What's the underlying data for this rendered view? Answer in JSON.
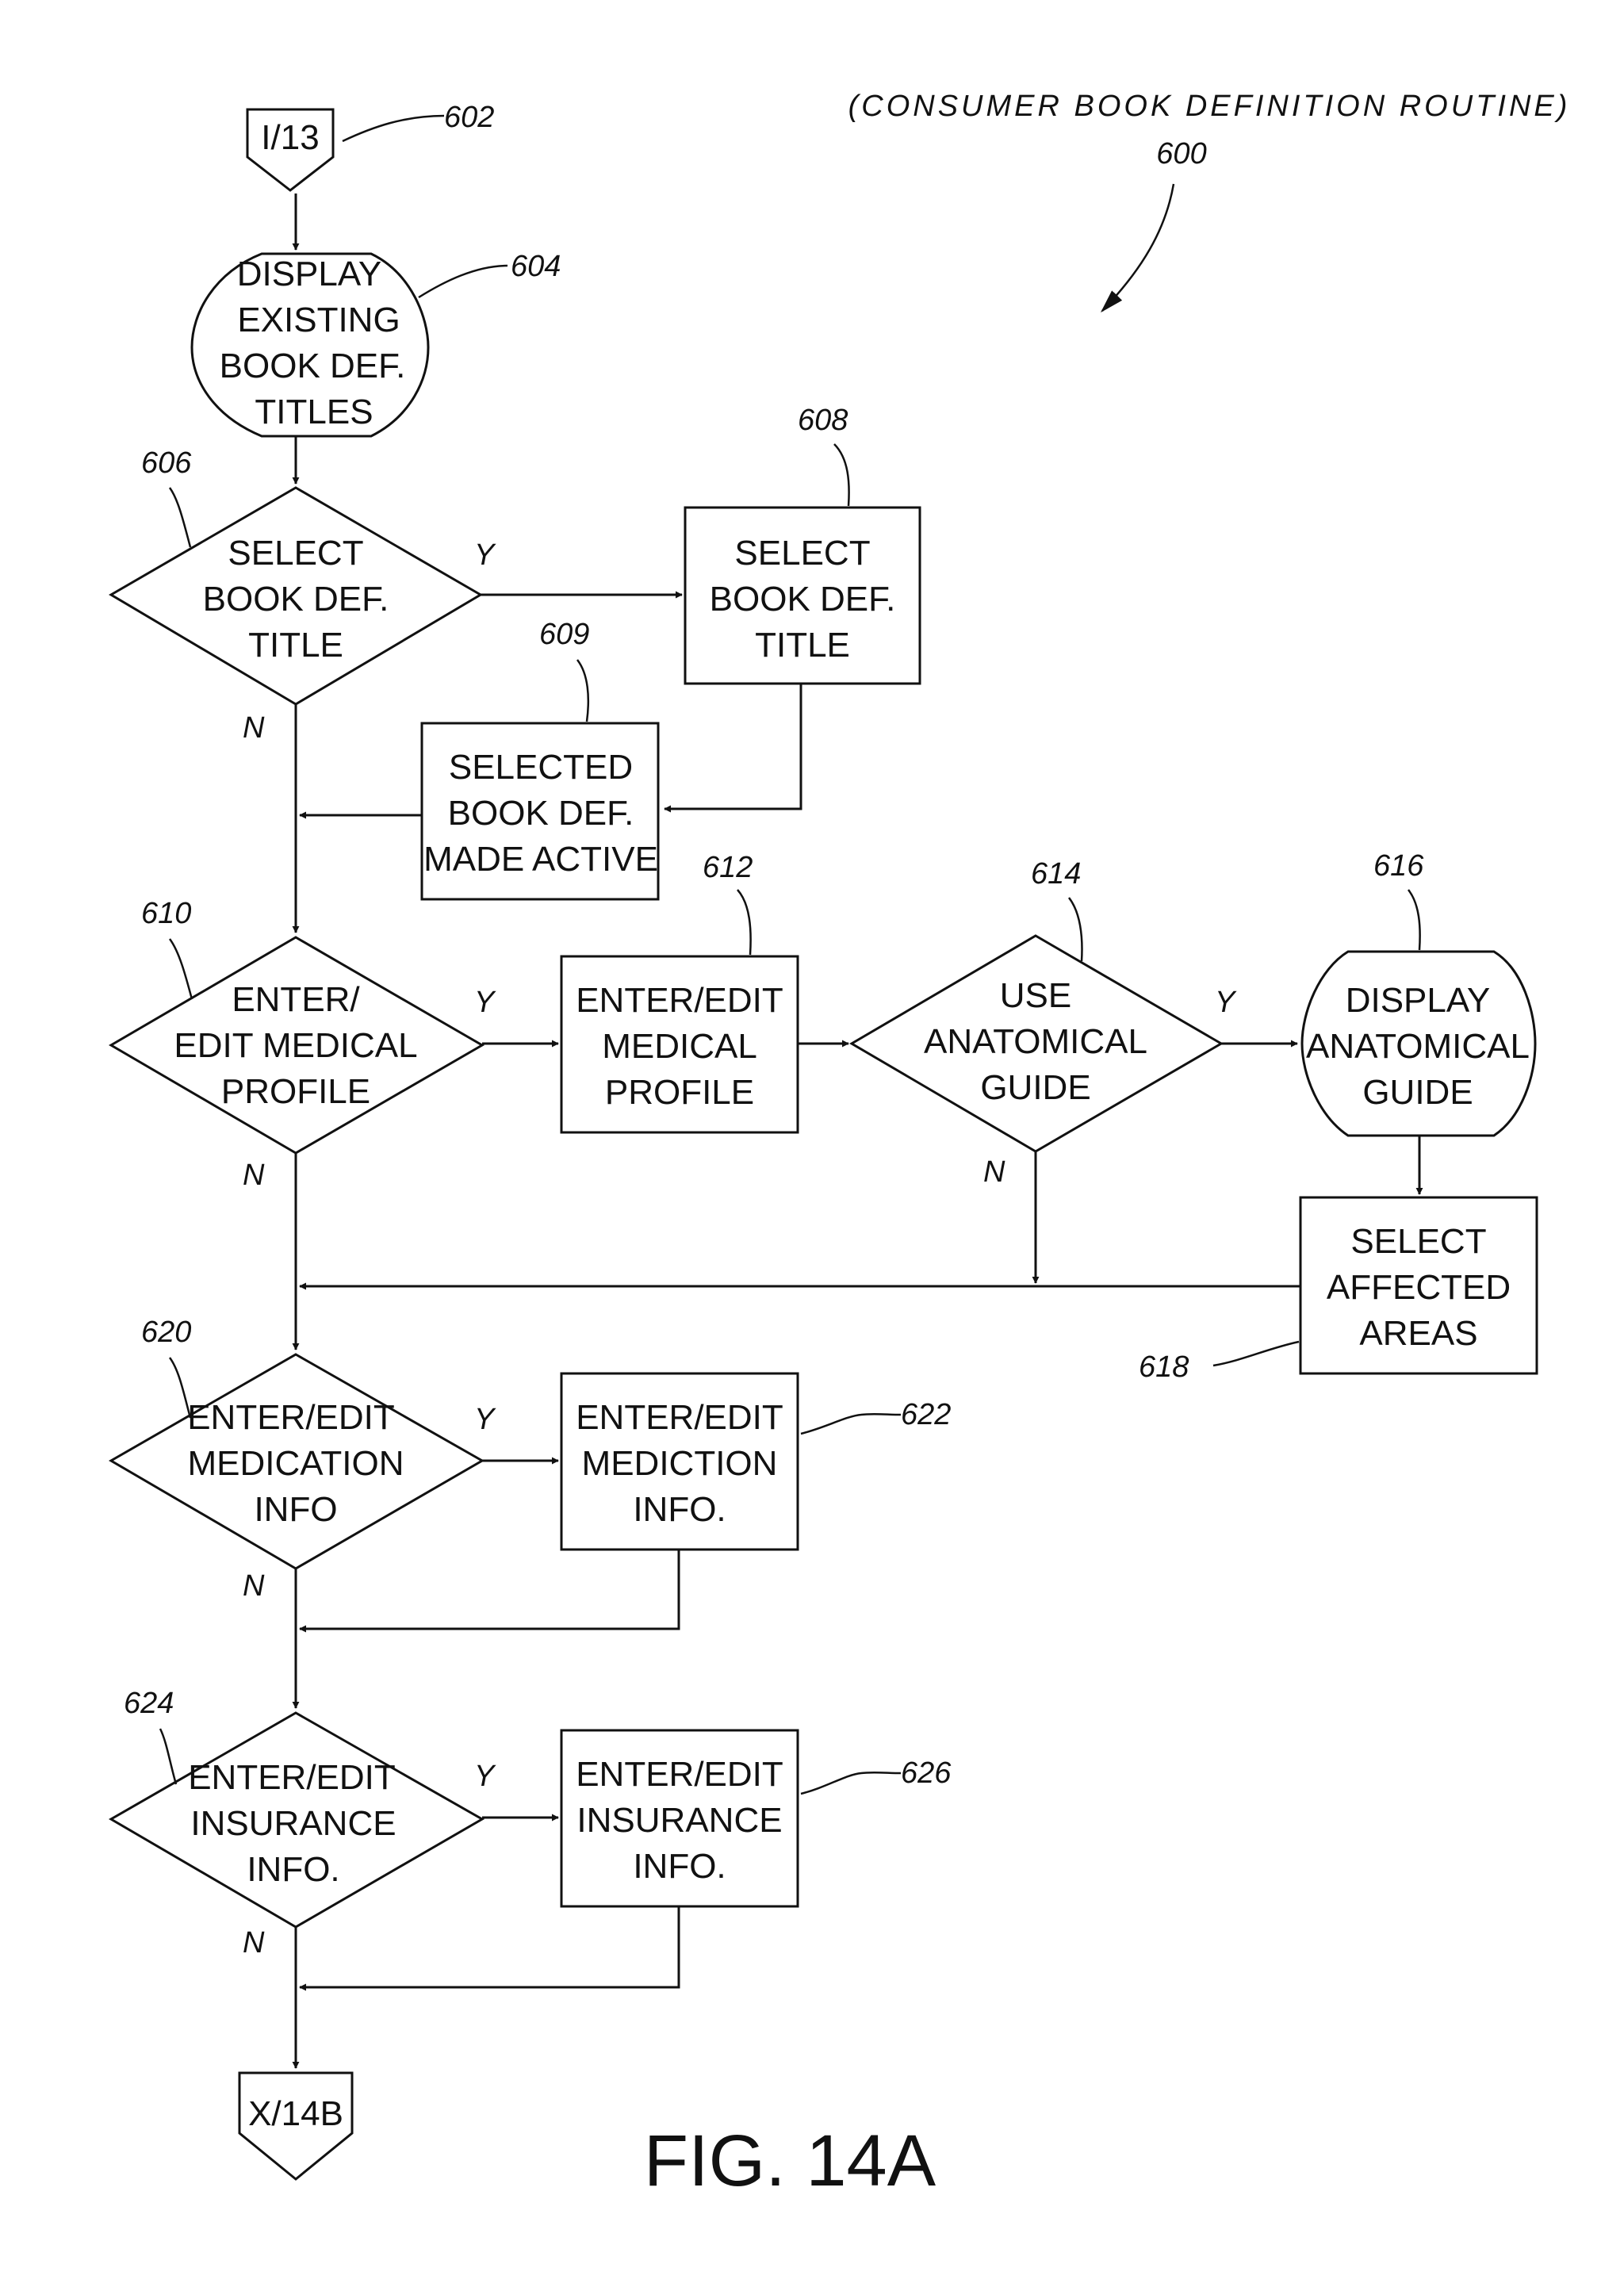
{
  "title": "(CONSUMER BOOK DEFINITION ROUTINE)",
  "title_ref": "600",
  "figure_label": "FIG. 14A",
  "nodes": {
    "n602": {
      "ref": "602",
      "lines": [
        "I/13"
      ]
    },
    "n604": {
      "ref": "604",
      "lines": [
        "DISPLAY",
        "EXISTING",
        "BOOK DEF.",
        "TITLES"
      ]
    },
    "n606": {
      "ref": "606",
      "lines": [
        "SELECT",
        "BOOK DEF.",
        "TITLE"
      ]
    },
    "n608": {
      "ref": "608",
      "lines": [
        "SELECT",
        "BOOK DEF.",
        "TITLE"
      ]
    },
    "n609": {
      "ref": "609",
      "lines": [
        "SELECTED",
        "BOOK DEF.",
        "MADE ACTIVE"
      ]
    },
    "n610": {
      "ref": "610",
      "lines": [
        "ENTER/",
        "EDIT  MEDICAL",
        "PROFILE"
      ]
    },
    "n612": {
      "ref": "612",
      "lines": [
        "ENTER/EDIT",
        "MEDICAL",
        "PROFILE"
      ]
    },
    "n614": {
      "ref": "614",
      "lines": [
        "USE",
        "ANATOMICAL",
        "GUIDE"
      ]
    },
    "n616": {
      "ref": "616",
      "lines": [
        "DISPLAY",
        "ANATOMICAL",
        "GUIDE"
      ]
    },
    "n618": {
      "ref": "618",
      "lines": [
        "SELECT",
        "AFFECTED",
        "AREAS"
      ]
    },
    "n620": {
      "ref": "620",
      "lines": [
        "ENTER/EDIT",
        "MEDICATION",
        "INFO"
      ]
    },
    "n622": {
      "ref": "622",
      "lines": [
        "ENTER/EDIT",
        "MEDICTION",
        "INFO."
      ]
    },
    "n624": {
      "ref": "624",
      "lines": [
        "ENTER/EDIT",
        "INSURANCE",
        "INFO."
      ]
    },
    "n626": {
      "ref": "626",
      "lines": [
        "ENTER/EDIT",
        "INSURANCE",
        "INFO."
      ]
    },
    "exit": {
      "lines": [
        "X/14B"
      ]
    }
  },
  "branch_labels": {
    "yes": "Y",
    "no": "N"
  }
}
